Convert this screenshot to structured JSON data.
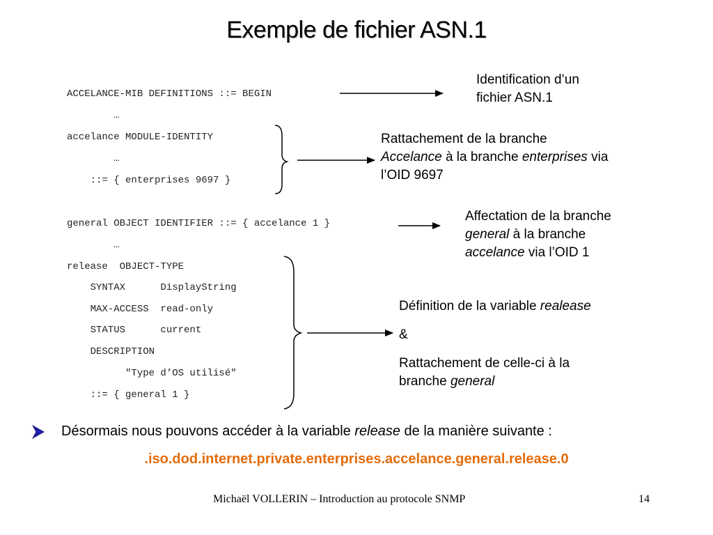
{
  "title": "Exemple de fichier ASN.1",
  "code_lines": [
    "ACCELANCE-MIB DEFINITIONS ::= BEGIN",
    "        …",
    "accelance MODULE-IDENTITY",
    "        …",
    "    ::= { enterprises 9697 }",
    "general OBJECT IDENTIFIER ::= { accelance 1 }",
    "        …",
    "release  OBJECT-TYPE",
    "    SYNTAX      DisplayString",
    "    MAX-ACCESS  read-only",
    "    STATUS      current",
    "    DESCRIPTION",
    "          \"Type d’OS utilisé\"",
    "    ::= { general 1 }"
  ],
  "notes": {
    "n1": {
      "line1": "Identification d’un",
      "line2": "fichier ASN.1"
    },
    "n2": {
      "line1": "Rattachement de la branche",
      "l2_it1": "Accelance",
      "l2_mid": " à la branche ",
      "l2_it2": "enterprises",
      "l2_end": " via",
      "line3": "l’OID 9697"
    },
    "n3": {
      "line1": "Affectation de la branche",
      "l2_it": "general",
      "l2_end": " à la branche",
      "l3_it": "accelance",
      "l3_end": " via l’OID 1"
    },
    "n4": {
      "line1_a": "Définition de la variable ",
      "line1_it": "realease",
      "amp": "&",
      "line3": "Rattachement de celle-ci à la",
      "line4_a": "branche ",
      "line4_it": "general"
    }
  },
  "bullet": {
    "text_a": "Désormais nous pouvons accéder à la variable ",
    "text_it": "release",
    "text_b": " de la manière suivante :"
  },
  "oid_path": ".iso.dod.internet.private.enterprises.accelance.general.release.0",
  "footer": {
    "author": "Michaël VOLLERIN – Introduction au protocole SNMP",
    "page": "14"
  },
  "colors": {
    "oid": "#e46c0a",
    "bullet": "#1f1fb4"
  },
  "icons": {
    "bullet": "arrowhead-bullet-icon"
  }
}
